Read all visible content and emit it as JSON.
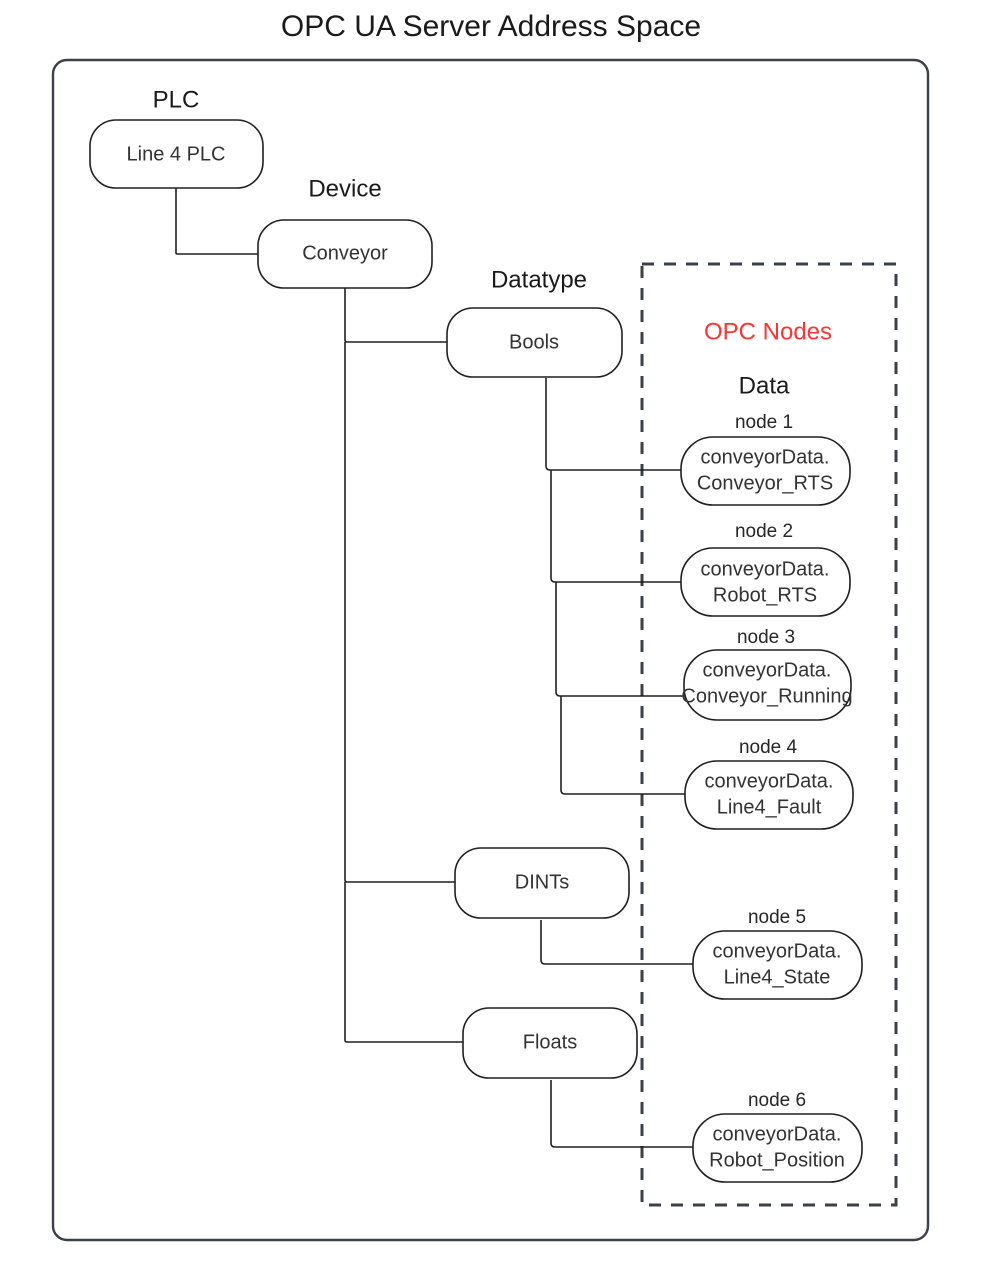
{
  "diagram": {
    "title": "OPC UA Server Address Space",
    "accent_color": "#ff3333",
    "line_color": "#1f1f1f",
    "frame_color": "#3b4049",
    "background": "#ffffff"
  },
  "groups": {
    "plc_label": "PLC",
    "device_label": "Device",
    "datatype_label": "Datatype",
    "opc_nodes_label": "OPC Nodes",
    "data_label": "Data"
  },
  "tree": {
    "plc": {
      "label": "Line 4 PLC"
    },
    "device": {
      "label": "Conveyor"
    },
    "datatypes": [
      {
        "label": "Bools"
      },
      {
        "label": "DINTs"
      },
      {
        "label": "Floats"
      }
    ]
  },
  "opc_nodes": [
    {
      "caption": "node 1",
      "line1": "conveyorData.",
      "line2": "Conveyor_RTS"
    },
    {
      "caption": "node 2",
      "line1": "conveyorData.",
      "line2": "Robot_RTS"
    },
    {
      "caption": "node 3",
      "line1": "conveyorData.",
      "line2": "Conveyor_Running"
    },
    {
      "caption": "node 4",
      "line1": "conveyorData.",
      "line2": "Line4_Fault"
    },
    {
      "caption": "node 5",
      "line1": "conveyorData.",
      "line2": "Line4_State"
    },
    {
      "caption": "node 6",
      "line1": "conveyorData.",
      "line2": "Robot_Position"
    }
  ]
}
